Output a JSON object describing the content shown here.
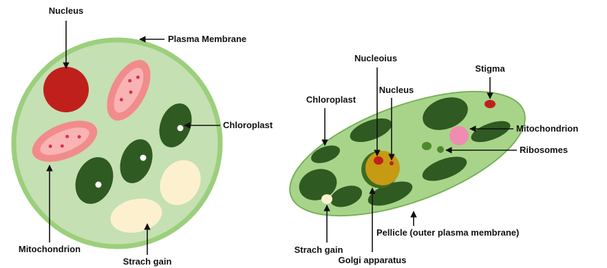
{
  "left_cell": {
    "labels": {
      "nucleus": "Nucleus",
      "plasma_membrane": "Plasma Membrane",
      "chloroplast": "Chloroplast",
      "mitochondrion": "Mitochondrion",
      "starch_grain": "Strach gain"
    }
  },
  "right_cell": {
    "labels": {
      "nucleolus": "Nucleoius",
      "nucleus": "Nucleus",
      "stigma": "Stigma",
      "chloroplast": "Chloroplast",
      "mitochondrion": "Mitochondrion",
      "ribosomes": "Ribosomes",
      "pellicle": "Pellicle (outer plasma membrane)",
      "starch_grain": "Strach gain",
      "golgi_apparatus": "Golgi apparatus"
    }
  },
  "colors": {
    "cytoplasm": "#c5e0b3",
    "membrane": "#9ccf7c",
    "chloroplast": "#2f5a22",
    "nucleus": "#c0201c",
    "mitochondrion": "#f28b8b",
    "starch": "#fdf0cf",
    "golgi": "#c79a13",
    "euglena_body": "#a8d48a"
  }
}
